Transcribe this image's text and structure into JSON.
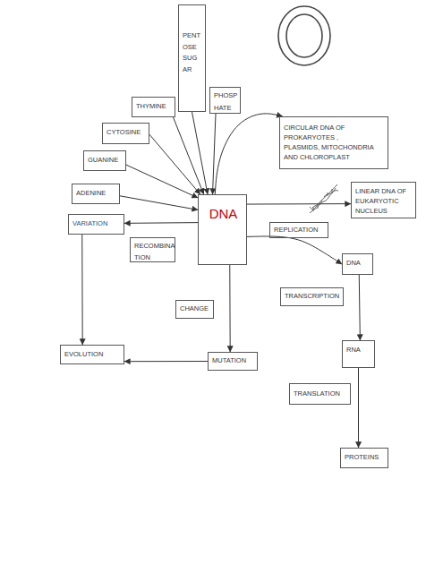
{
  "diagram": {
    "nodes": [
      {
        "text": [
          "PENT OSE SUG AR"
        ]
      },
      {
        "text": [
          "PHOSP HATE"
        ]
      },
      {
        "text": [
          "THYMINE"
        ]
      },
      {
        "text": [
          "CIRCULAR DNA OF PROKARYOTES , PLASMIDS, MITOCHONDRIA AND CHLOROPLAST"
        ]
      },
      {
        "text": [
          "CYTOSINE"
        ]
      },
      {
        "text": [
          "GUANINE"
        ]
      },
      {
        "text": [
          "ADENINE"
        ]
      },
      {
        "text": [
          "LINEAR DNA OF EUKARYOTIC NUCLEUS"
        ]
      },
      {
        "text": [
          "DNA"
        ]
      },
      {
        "text": [
          "VARIATION"
        ]
      },
      {
        "text": [
          "REPLICATION"
        ]
      },
      {
        "text": [
          "RECOMBINA TION"
        ]
      },
      {
        "text": [
          "DNA"
        ]
      },
      {
        "text": [
          "TRANSCRIPTION"
        ]
      },
      {
        "text": [
          "CHANGE"
        ]
      },
      {
        "text": [
          "RNA"
        ]
      },
      {
        "text": [
          "EVOLUTION"
        ]
      },
      {
        "text": [
          "MUTATION"
        ]
      },
      {
        "text": [
          "TRANSLATION"
        ]
      },
      {
        "text": [
          "PROTEINS"
        ]
      }
    ],
    "edges": [
      {
        "from": 2,
        "to": 8,
        "arrow": "to"
      },
      {
        "from": 0,
        "to": 8,
        "arrow": "to"
      },
      {
        "from": 1,
        "to": 8,
        "arrow": "to"
      },
      {
        "from": 4,
        "to": 8,
        "arrow": "to"
      },
      {
        "from": 5,
        "to": 8,
        "arrow": "to"
      },
      {
        "from": 6,
        "to": 8,
        "arrow": "to"
      },
      {
        "from": 8,
        "to": 3,
        "arrow": "to"
      },
      {
        "from": 8,
        "to": 7,
        "arrow": "to"
      },
      {
        "from": 8,
        "to": 9,
        "arrow": "to"
      },
      {
        "from": 9,
        "to": 16,
        "arrow": "to"
      },
      {
        "from": 8,
        "to": 17,
        "arrow": "to"
      },
      {
        "from": 17,
        "to": 16,
        "arrow": "to"
      },
      {
        "from": 8,
        "to": 12,
        "arrow": "to"
      },
      {
        "from": 12,
        "to": 15,
        "arrow": "to"
      },
      {
        "from": 15,
        "to": 19,
        "arrow": "to"
      }
    ]
  }
}
